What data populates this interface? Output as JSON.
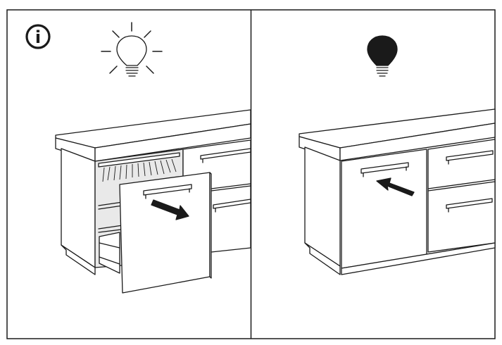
{
  "panels": [
    {
      "state": "drawer-open",
      "light": "on",
      "info_symbol": "i"
    },
    {
      "state": "drawer-closed",
      "light": "off"
    }
  ],
  "colors": {
    "line": "#1a1a1a",
    "background": "#ffffff"
  },
  "icons": [
    "info-icon",
    "light-bulb-on-icon",
    "light-bulb-off-icon",
    "pull-arrow-icon",
    "push-arrow-icon"
  ]
}
